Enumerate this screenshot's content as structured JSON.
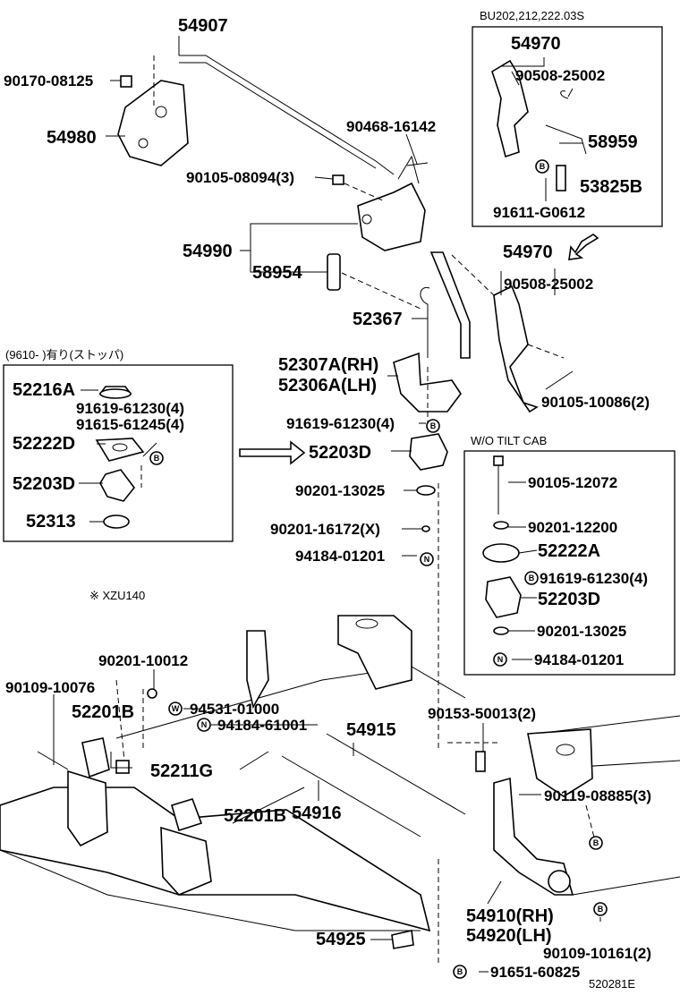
{
  "header": {
    "code": "BU202,212,222.03S"
  },
  "footer": {
    "diagram_id": "520281E"
  },
  "notes": {
    "stopper_range": "(9610-   )有り(ストッパ)",
    "wo_tilt_cab": "W/O TILT CAB",
    "model_note": "※ XZU140"
  },
  "markers": {
    "b": "B",
    "n": "N",
    "w": "W"
  },
  "parts": {
    "p54907": "54907",
    "p90170_08125": "90170-08125",
    "p54980": "54980",
    "p90468_16142": "90468-16142",
    "p90105_08094": "90105-08094(3)",
    "p54990": "54990",
    "p58954": "58954",
    "p52367": "52367",
    "p52307a": "52307A(RH)",
    "p52306a": "52306A(LH)",
    "p91619_61230_main": "91619-61230(4)",
    "p52203d_main": "52203D",
    "p90201_13025_main": "90201-13025",
    "p90201_16172": "90201-16172(X)",
    "p94184_01201_main": "94184-01201",
    "inset_tilt": {
      "p54970": "54970",
      "p90508_25002": "90508-25002",
      "p58959": "58959",
      "p53825b": "53825B",
      "p91611_g0612": "91611-G0612"
    },
    "main_54970": "54970",
    "main_90508_25002": "90508-25002",
    "p90105_10086": "90105-10086(2)",
    "inset_stopper": {
      "p52216a": "52216A",
      "p91619_61230": "91619-61230(4)",
      "p91615_61245": "91615-61245(4)",
      "p52222d": "52222D",
      "p52203d": "52203D",
      "p52313": "52313"
    },
    "inset_wo": {
      "p90105_12072": "90105-12072",
      "p90201_12200": "90201-12200",
      "p52222a": "52222A",
      "p91619_61230": "91619-61230(4)",
      "p52203d": "52203D",
      "p90201_13025": "90201-13025",
      "p94184_01201": "94184-01201"
    },
    "p90201_10012": "90201-10012",
    "p90109_10076": "90109-10076",
    "p94531_01000": "94531-01000",
    "p52201b_a": "52201B",
    "p94184_61001": "94184-61001",
    "p54915": "54915",
    "p90153_50013": "90153-50013(2)",
    "p52211g": "52211G",
    "p52201b_b": "52201B",
    "p54916": "54916",
    "p90119_08885": "90119-08885(3)",
    "p54910": "54910(RH)",
    "p54920": "54920(LH)",
    "p54925": "54925",
    "p90109_10161": "90109-10161(2)",
    "p91651_60825": "91651-60825"
  }
}
